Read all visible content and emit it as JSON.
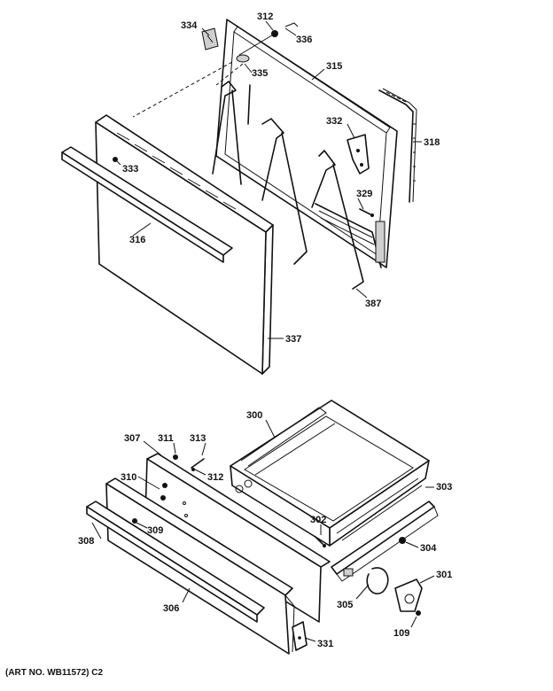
{
  "diagram": {
    "callouts": {
      "c312a": "312",
      "c334": "334",
      "c336": "336",
      "c335": "335",
      "c315": "315",
      "c332": "332",
      "c318": "318",
      "c333": "333",
      "c329": "329",
      "c316": "316",
      "c387": "387",
      "c337": "337",
      "c300": "300",
      "c307": "307",
      "c311": "311",
      "c313": "313",
      "c312b": "312",
      "c310": "310",
      "c303": "303",
      "c302": "302",
      "c309": "309",
      "c308": "308",
      "c304": "304",
      "c301": "301",
      "c305": "305",
      "c306": "306",
      "c109": "109",
      "c331": "331"
    },
    "art_number": "(ART NO. WB11572) C2"
  }
}
